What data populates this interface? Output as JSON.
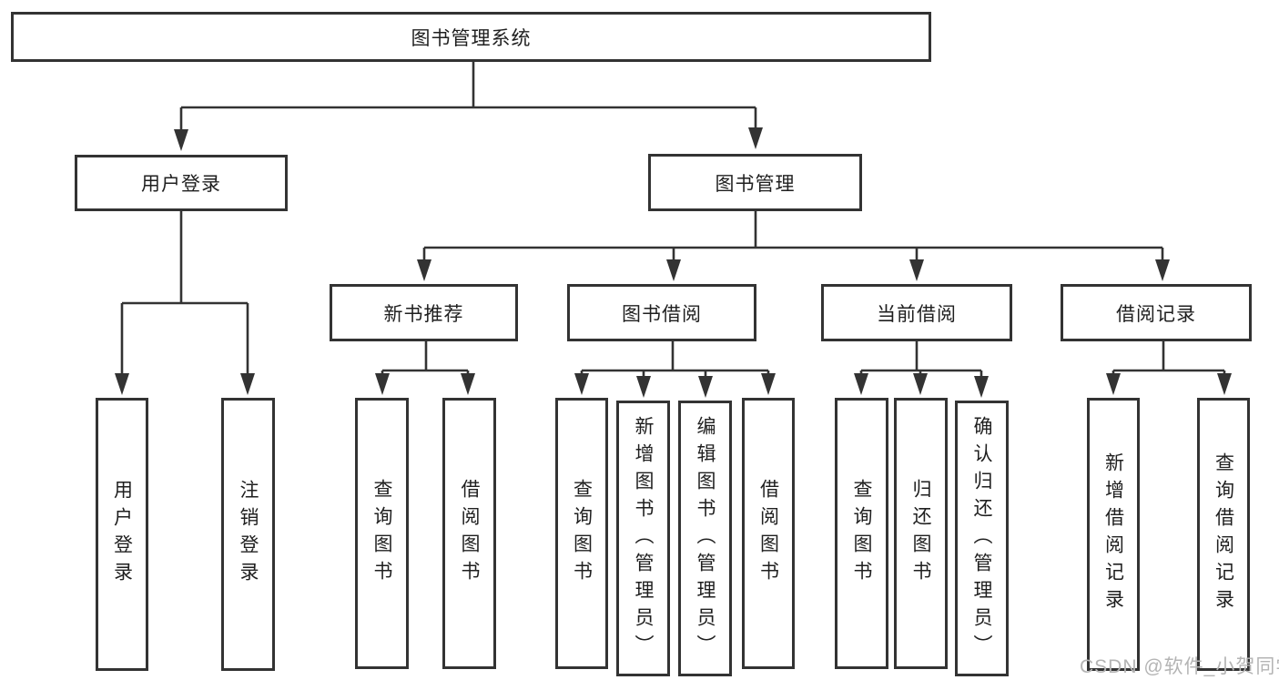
{
  "tree": {
    "label": "图书管理系统",
    "children": [
      {
        "label": "用户登录",
        "children": [
          {
            "label": "用户登录"
          },
          {
            "label": "注销登录"
          }
        ]
      },
      {
        "label": "图书管理",
        "children": [
          {
            "label": "新书推荐",
            "children": [
              {
                "label": "查询图书"
              },
              {
                "label": "借阅图书"
              }
            ]
          },
          {
            "label": "图书借阅",
            "children": [
              {
                "label": "查询图书"
              },
              {
                "label": "新增图书（管理员）"
              },
              {
                "label": "编辑图书（管理员）"
              },
              {
                "label": "借阅图书"
              }
            ]
          },
          {
            "label": "当前借阅",
            "children": [
              {
                "label": "查询图书"
              },
              {
                "label": "归还图书"
              },
              {
                "label": "确认归还（管理员）"
              }
            ]
          },
          {
            "label": "借阅记录",
            "children": [
              {
                "label": "新增借阅记录"
              },
              {
                "label": "查询借阅记录"
              }
            ]
          }
        ]
      }
    ]
  },
  "watermark": "CSDN @软件_小贺同学",
  "colors": {
    "line": "#333333",
    "text": "#1f1f1f",
    "watermark": "#b4b4b4",
    "background": "#ffffff"
  }
}
